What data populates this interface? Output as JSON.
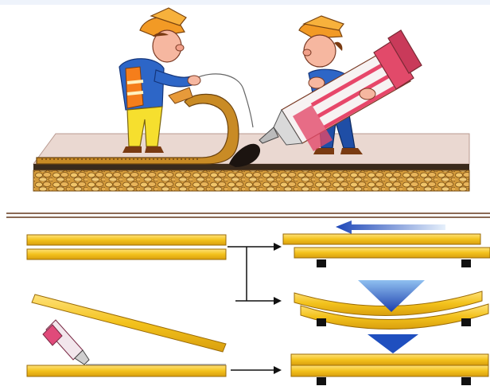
{
  "illustration": {
    "scene": "cartoon",
    "icons": [
      "worker-left-figure",
      "worker-right-figure",
      "glue-tube-icon",
      "small-glue-tube-icon"
    ]
  },
  "diagram": {
    "panels": [
      "two-strips-separate",
      "strip-slides-left",
      "strip-bends-under-load",
      "strip-tilted-with-glue",
      "strips-glued-rigid"
    ]
  },
  "colors": {
    "strip_fill": "#f3c21c",
    "strip_edge": "#b8860b",
    "arrow_blue": "#1f4fbf",
    "arrow_light": "#9fc3f0",
    "support": "#111111",
    "divider": "#8a6a55",
    "road_top": "#e9d6cf",
    "aggregate": "#d9a441"
  }
}
